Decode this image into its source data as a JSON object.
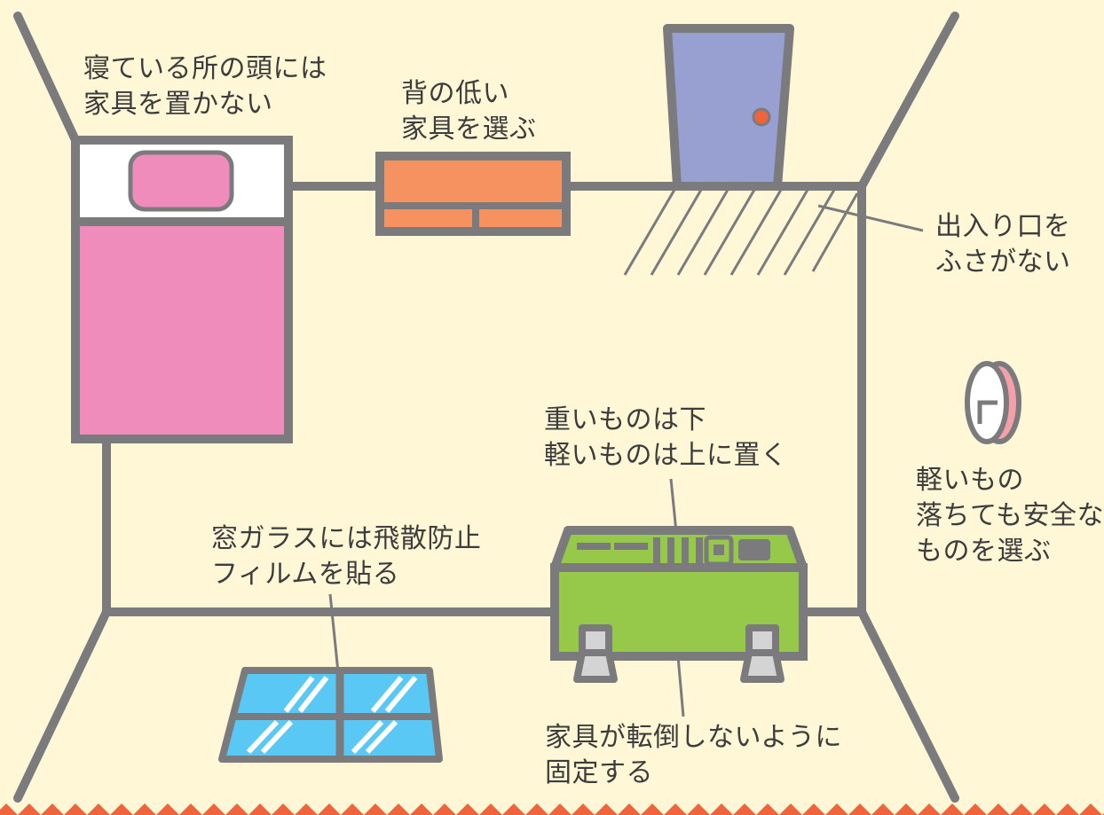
{
  "labels": {
    "bed_tip": [
      "寝ている所の頭には",
      "家具を置かない"
    ],
    "low_furniture_tip": [
      "背の低い",
      "家具を選ぶ"
    ],
    "doorway_tip": [
      "出入り口を",
      "ふさがない"
    ],
    "heavy_low_tip": [
      "重いものは下",
      "軽いものは上に置く"
    ],
    "light_items_tip": [
      "軽いもの",
      "落ちても安全な",
      "ものを選ぶ"
    ],
    "window_film_tip": [
      "窓ガラスには飛散防止",
      "フィルムを貼る"
    ],
    "anchor_tip": [
      "家具が転倒しないように",
      "固定する"
    ]
  },
  "colors": {
    "background": "#fff7d6",
    "outline": "#7b7b7d",
    "bed_cover": "#f08cbb",
    "pillow": "#f08cbb",
    "sheet": "#ffffff",
    "low_cabinet": "#f5925f",
    "door": "#98a0d2",
    "door_knob": "#f0643c",
    "cabinet_green": "#96c84a",
    "window_glass": "#5ac8f5",
    "clock_edge": "#f4a0a8",
    "border_wave": "#f0643c"
  },
  "icons": {
    "wall_clock": "clock-icon",
    "door": "door-icon",
    "bed": "bed-icon",
    "window": "window-icon",
    "cabinet": "cabinet-icon"
  }
}
